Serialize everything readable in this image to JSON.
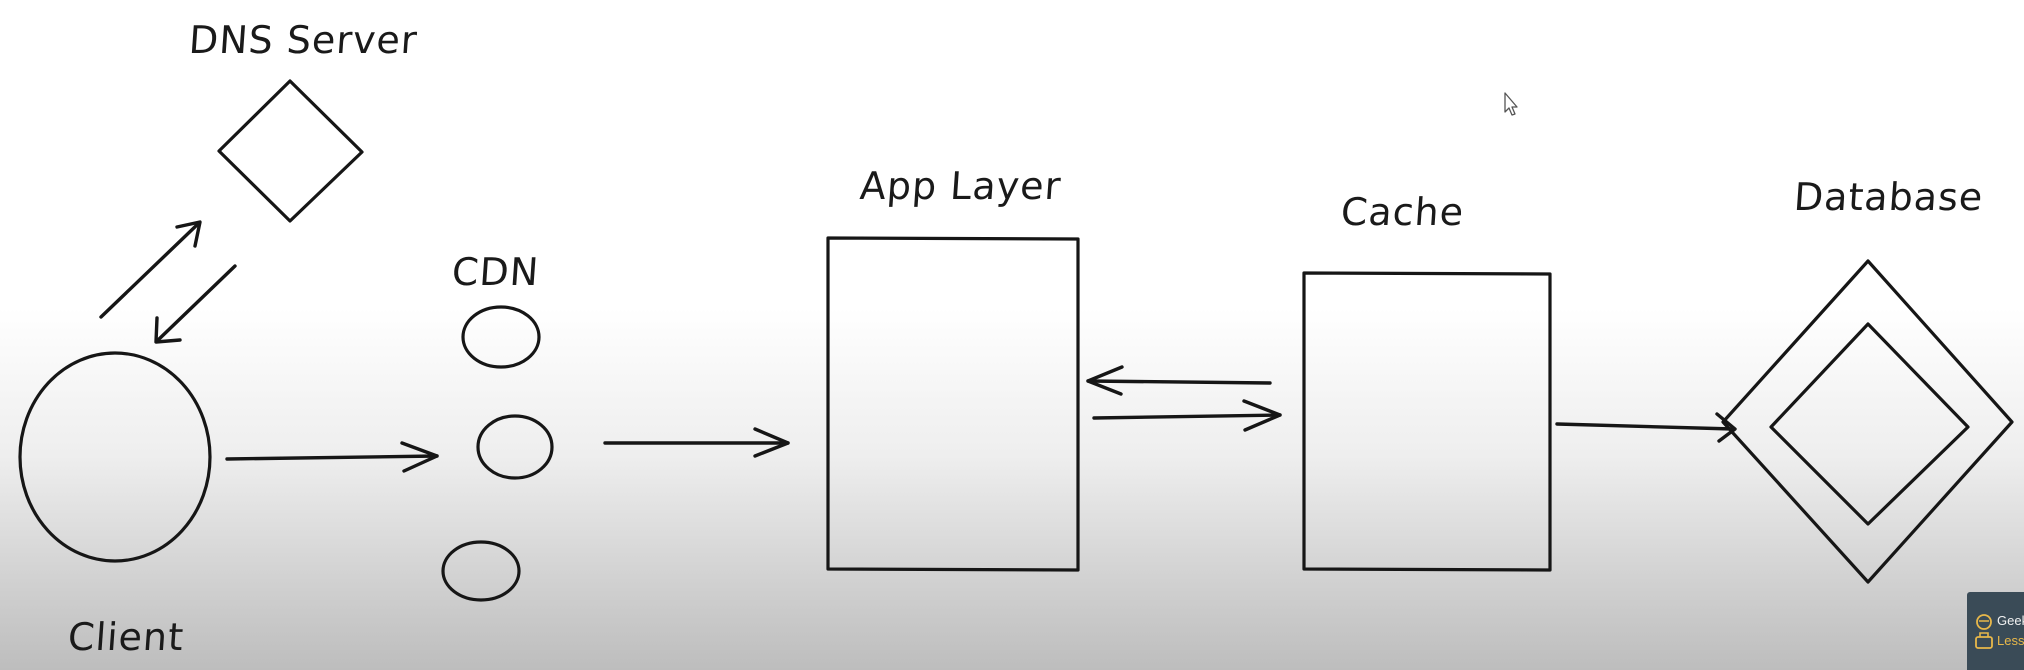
{
  "diagram": {
    "labels": {
      "dns_server": "DNS Server",
      "cdn": "CDN",
      "app_layer": "App Layer",
      "cache": "Cache",
      "database": "Database",
      "client": "Client"
    },
    "stroke_color": "#161616"
  },
  "badge": {
    "line1": "Geek",
    "line2": "Less",
    "background": "#3a4b57",
    "text_color1": "#f0f0f0",
    "text_color2": "#e8b84a"
  },
  "cursor": "arrow-cursor-icon"
}
